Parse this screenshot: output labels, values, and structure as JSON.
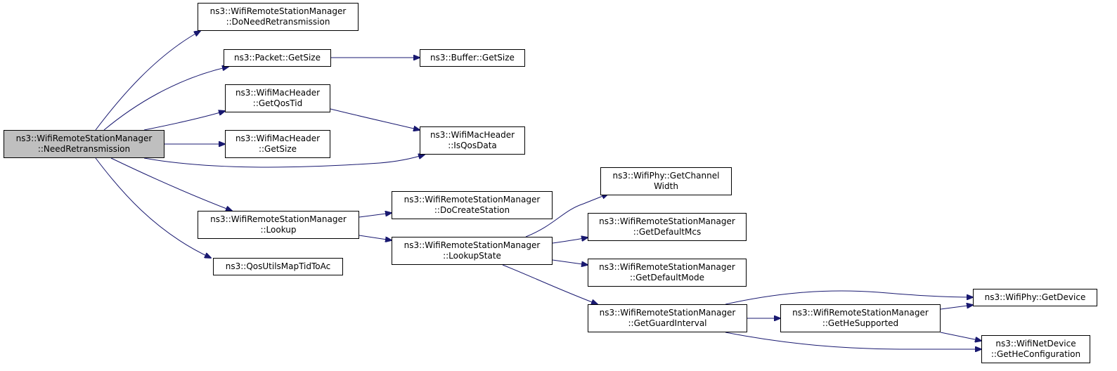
{
  "colors": {
    "edge": "#191970",
    "root_fill": "#bfbfbf",
    "node_fill": "#ffffff",
    "border": "#000000"
  },
  "nodes": {
    "need_retransmission": {
      "line1": "ns3::WifiRemoteStationManager",
      "line2": "::NeedRetransmission"
    },
    "do_need_retransmission": {
      "line1": "ns3::WifiRemoteStationManager",
      "line2": "::DoNeedRetransmission"
    },
    "packet_getsize": {
      "line1": "ns3::Packet::GetSize"
    },
    "buffer_getsize": {
      "line1": "ns3::Buffer::GetSize"
    },
    "macheader_getqostid": {
      "line1": "ns3::WifiMacHeader",
      "line2": "::GetQosTid"
    },
    "macheader_getsize": {
      "line1": "ns3::WifiMacHeader",
      "line2": "::GetSize"
    },
    "macheader_isqosdata": {
      "line1": "ns3::WifiMacHeader",
      "line2": "::IsQosData"
    },
    "lookup": {
      "line1": "ns3::WifiRemoteStationManager",
      "line2": "::Lookup"
    },
    "qosutils": {
      "line1": "ns3::QosUtilsMapTidToAc"
    },
    "do_create_station": {
      "line1": "ns3::WifiRemoteStationManager",
      "line2": "::DoCreateStation"
    },
    "lookup_state": {
      "line1": "ns3::WifiRemoteStationManager",
      "line2": "::LookupState"
    },
    "phy_getchannelwidth": {
      "line1": "ns3::WifiPhy::GetChannel",
      "line2": "Width"
    },
    "get_default_mcs": {
      "line1": "ns3::WifiRemoteStationManager",
      "line2": "::GetDefaultMcs"
    },
    "get_default_mode": {
      "line1": "ns3::WifiRemoteStationManager",
      "line2": "::GetDefaultMode"
    },
    "get_guard_interval": {
      "line1": "ns3::WifiRemoteStationManager",
      "line2": "::GetGuardInterval"
    },
    "get_he_supported": {
      "line1": "ns3::WifiRemoteStationManager",
      "line2": "::GetHeSupported"
    },
    "phy_getdevice": {
      "line1": "ns3::WifiPhy::GetDevice"
    },
    "netdevice_getheconfig": {
      "line1": "ns3::WifiNetDevice",
      "line2": "::GetHeConfiguration"
    }
  }
}
